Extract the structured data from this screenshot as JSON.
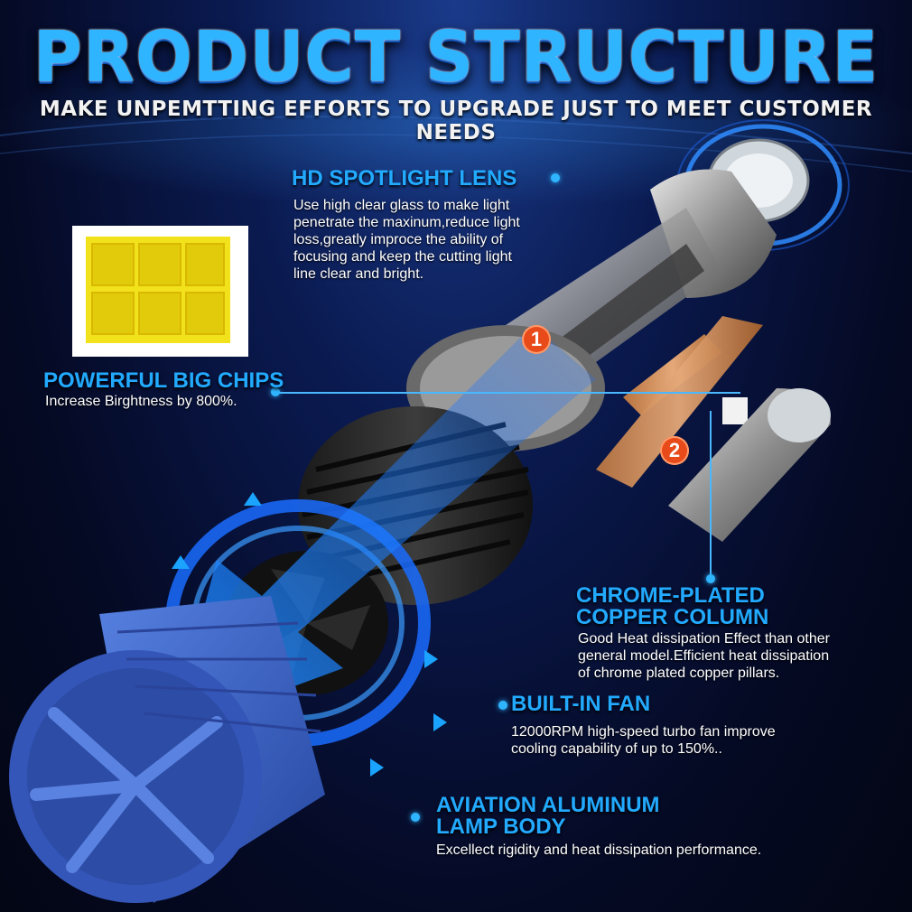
{
  "title": "PRODUCT STRUCTURE",
  "subtitle": "MAKE UNPEMTTING EFFORTS TO UPGRADE JUST TO MEET CUSTOMER NEEDS",
  "features": {
    "lens": {
      "title": "HD SPOTLIGHT LENS",
      "desc": [
        "Use high clear glass to make light",
        "penetrate the maxinum,reduce light",
        "loss,greatly improce the ability of",
        "focusing and keep the cutting light",
        "line clear and bright."
      ]
    },
    "chips": {
      "title": "POWERFUL BIG CHIPS",
      "desc": "Increase Birghtness by 800%."
    },
    "copper": {
      "title_line1": "CHROME-PLATED",
      "title_line2": "COPPER COLUMN",
      "desc": [
        "Good Heat dissipation Effect than other",
        "general model.Efficient heat dissipation",
        "of chrome plated copper pillars."
      ]
    },
    "fan": {
      "title": "BUILT-IN FAN",
      "desc": [
        "12000RPM high-speed turbo fan improve",
        "cooling capability of up to 150%.."
      ]
    },
    "body": {
      "title_line1": "AVIATION ALUMINUM",
      "title_line2": "LAMP BODY",
      "desc": "Excellect rigidity and heat dissipation performance."
    }
  },
  "badges": {
    "one": "1",
    "two": "2"
  },
  "colors": {
    "accent": "#2fb4ff",
    "chip": "#f2e21c",
    "copper": "#c98a52",
    "body": "#3b63c8",
    "badge": "#e84a1a"
  }
}
